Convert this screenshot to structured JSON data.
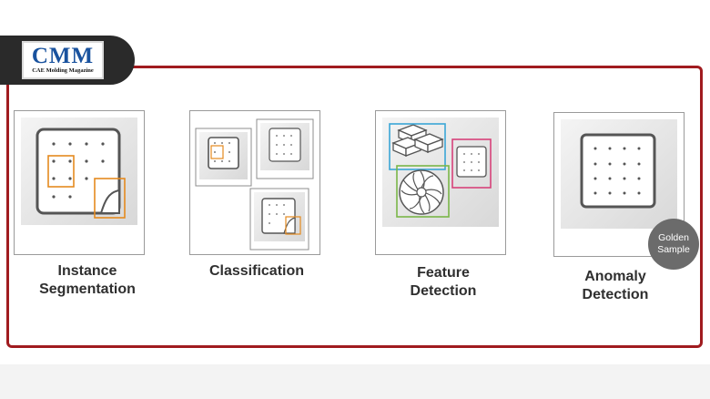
{
  "logo": {
    "title": "CMM",
    "subtitle": "CAE Molding Magazine"
  },
  "cards": [
    {
      "label_lines": [
        "Instance",
        "Segmentation"
      ]
    },
    {
      "label_lines": [
        "Classification"
      ]
    },
    {
      "label_lines": [
        "Feature",
        "Detection"
      ]
    },
    {
      "label_lines": [
        "Anomaly",
        "Detection"
      ]
    }
  ],
  "badge": {
    "lines": [
      "Golden",
      "Sample"
    ]
  },
  "colors": {
    "frame": "#a01b1f",
    "orange_box": "#e48a1f",
    "blue_box": "#3aa6d6",
    "green_box": "#7ab648",
    "pink_box": "#d7427a"
  }
}
